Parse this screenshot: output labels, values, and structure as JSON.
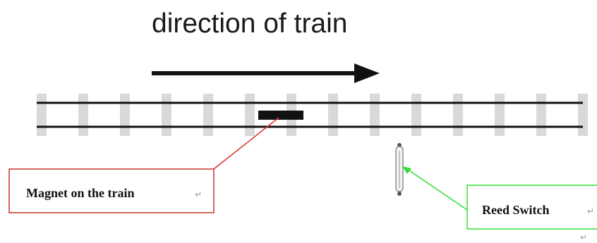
{
  "title": "direction of train",
  "labels": {
    "magnet": "Magnet on the train",
    "reed_switch": "Reed Switch"
  },
  "marks": {
    "return_symbol": "↵"
  },
  "colors": {
    "background": "#ffffff",
    "rail": "#111111",
    "sleeper": "#d9d9d9",
    "magnet": "#111111",
    "magnet_callout": "#e03030",
    "reed_callout": "#33dd33",
    "reed_switch_body": "#f2f2f2",
    "reed_switch_outline": "#777777",
    "text": "#111111"
  },
  "icons": {
    "direction_arrow": "right-arrow-icon",
    "magnet": "magnet-bar-icon",
    "reed_switch": "reed-switch-icon"
  }
}
